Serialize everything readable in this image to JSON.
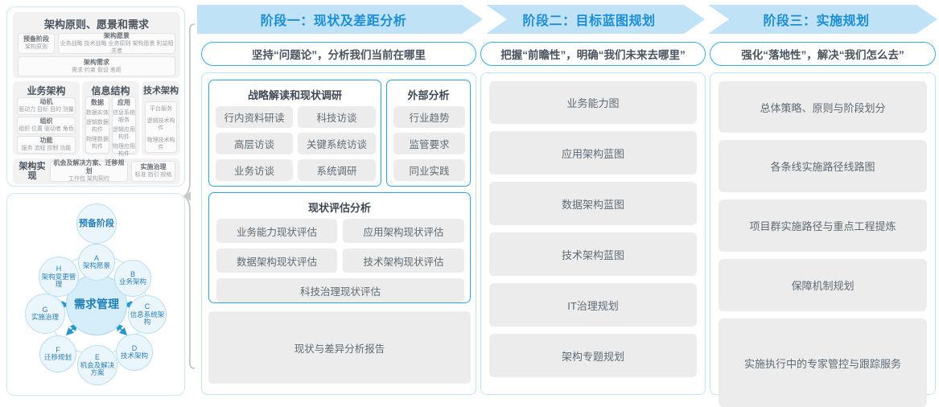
{
  "left_panel": {
    "framework": {
      "title": "架构原则、愿景和需求",
      "row1": [
        {
          "head": "预备阶段",
          "lines": [
            "架构原则"
          ]
        },
        {
          "head": "架构愿景",
          "lines": [
            "业务战略 技术战略 业务原则 架构愿景 利益相关者"
          ]
        }
      ],
      "row2": [
        {
          "head": "架构需求",
          "lines": [
            "需求    约束    假设    差距"
          ]
        }
      ],
      "columns": [
        {
          "title": "业务架构",
          "cells": [
            {
              "head": "动机",
              "lines": [
                "驱动力 目标 目的 测量"
              ]
            },
            {
              "head": "组织",
              "lines": [
                "组织 位置 驱动者 角色"
              ]
            },
            {
              "head": "功能",
              "lines": [
                "服务 流程 控制 功能"
              ]
            }
          ]
        },
        {
          "title": "信息结构",
          "subcolumns": [
            {
              "head": "数据",
              "items": [
                "数据实体",
                "逻辑数据构件",
                "物理数据构件"
              ]
            },
            {
              "head": "应用",
              "items": [
                "信息系统服务",
                "逻辑应用构件",
                "物理应用构件"
              ]
            }
          ]
        },
        {
          "title": "技术架构",
          "items": [
            "平台服务",
            "逻辑技术构件",
            "物理技术构件"
          ]
        }
      ],
      "bottom": {
        "label": "架构实现",
        "cells": [
          {
            "head": "机会及解决方案、迁移规划",
            "lines": [
              "工作包  架构契约"
            ]
          },
          {
            "head": "实施治理",
            "lines": [
              "标准  指引  规格"
            ]
          }
        ]
      }
    },
    "adm": {
      "center": "需求管理",
      "prelim": "预备阶段",
      "nodes": [
        {
          "key": "A",
          "label": "架构愿景"
        },
        {
          "key": "B",
          "label": "业务架构"
        },
        {
          "key": "C",
          "label": "信息系统架构"
        },
        {
          "key": "D",
          "label": "技术架构"
        },
        {
          "key": "E",
          "label": "机会及解决方案"
        },
        {
          "key": "F",
          "label": "迁移规划"
        },
        {
          "key": "G",
          "label": "实施治理"
        },
        {
          "key": "H",
          "label": "架构变更管理"
        }
      ]
    }
  },
  "phases": [
    {
      "header": "阶段一：现状及差距分析",
      "subtitle": "坚持“问题论”，分析我们当前在哪里",
      "groups": [
        {
          "title": "战略解读和现状调研",
          "chips": [
            "行内资料研读",
            "科技访谈",
            "高层访谈",
            "关键系统访谈",
            "业务访谈",
            "系统调研"
          ]
        },
        {
          "title": "外部分析",
          "chips": [
            "行业趋势",
            "监管要求",
            "同业实践"
          ]
        },
        {
          "title": "现状评估分析",
          "chips": [
            "业务能力现状评估",
            "应用架构现状评估",
            "数据架构现状评估",
            "技术架构现状评估",
            "科技治理现状评估"
          ]
        }
      ],
      "report": "现状与差异分析报告"
    },
    {
      "header": "阶段二：目标蓝图规划",
      "subtitle": "把握“前瞻性”，明确“我们未来去哪里”",
      "items": [
        "业务能力图",
        "应用架构蓝图",
        "数据架构蓝图",
        "技术架构蓝图",
        "IT治理规划",
        "架构专题规划"
      ]
    },
    {
      "header": "阶段三：实施规划",
      "subtitle": "强化“落地性”，解决“我们怎么去”",
      "items": [
        "总体策略、原则与阶段划分",
        "各条线实施路径线路图",
        "项目群实施路径与重点工程提炼",
        "保障机制规划",
        "实施执行中的专家管控与跟踪服务"
      ]
    }
  ],
  "colors": {
    "accent": "#29a6e0",
    "header_bg": "#bfe2f6",
    "header_text": "#1b8fd4",
    "chip_bg": "#ececec",
    "node_blue": "#2b7fb8"
  }
}
